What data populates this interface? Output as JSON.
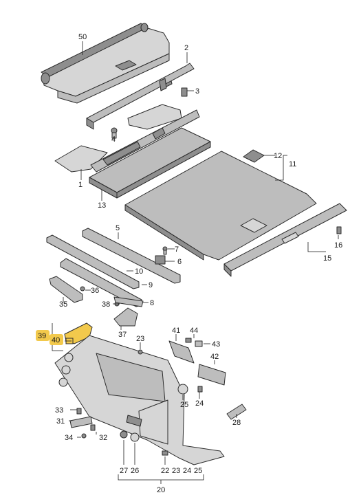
{
  "callouts": [
    {
      "label": "50",
      "highlight": false
    },
    {
      "label": "2",
      "highlight": false
    },
    {
      "label": "3",
      "highlight": false
    },
    {
      "label": "4",
      "highlight": false
    },
    {
      "label": "1",
      "highlight": false
    },
    {
      "label": "13",
      "highlight": false
    },
    {
      "label": "12",
      "highlight": false
    },
    {
      "label": "11",
      "highlight": false
    },
    {
      "label": "16",
      "highlight": false
    },
    {
      "label": "15",
      "highlight": false
    },
    {
      "label": "5",
      "highlight": false
    },
    {
      "label": "7",
      "highlight": false
    },
    {
      "label": "6",
      "highlight": false
    },
    {
      "label": "10",
      "highlight": false
    },
    {
      "label": "9",
      "highlight": false
    },
    {
      "label": "36",
      "highlight": false
    },
    {
      "label": "35",
      "highlight": false
    },
    {
      "label": "38",
      "highlight": false
    },
    {
      "label": "8",
      "highlight": false
    },
    {
      "label": "37",
      "highlight": false
    },
    {
      "label": "39",
      "highlight": true
    },
    {
      "label": "40",
      "highlight": true
    },
    {
      "label": "23",
      "highlight": false
    },
    {
      "label": "41",
      "highlight": false
    },
    {
      "label": "44",
      "highlight": false
    },
    {
      "label": "43",
      "highlight": false
    },
    {
      "label": "42",
      "highlight": false
    },
    {
      "label": "25",
      "highlight": false
    },
    {
      "label": "24",
      "highlight": false
    },
    {
      "label": "28",
      "highlight": false
    },
    {
      "label": "33",
      "highlight": false
    },
    {
      "label": "31",
      "highlight": false
    },
    {
      "label": "34",
      "highlight": false
    },
    {
      "label": "32",
      "highlight": false
    },
    {
      "label": "27",
      "highlight": false
    },
    {
      "label": "26",
      "highlight": false
    },
    {
      "label": "22",
      "highlight": false
    },
    {
      "label": "23",
      "highlight": false
    },
    {
      "label": "24",
      "highlight": false
    },
    {
      "label": "25",
      "highlight": false
    },
    {
      "label": "20",
      "highlight": false
    }
  ],
  "colors": {
    "highlight": "#f2c94c",
    "part_fill": "#bdbdbd",
    "part_outline": "#2b2b2b"
  }
}
